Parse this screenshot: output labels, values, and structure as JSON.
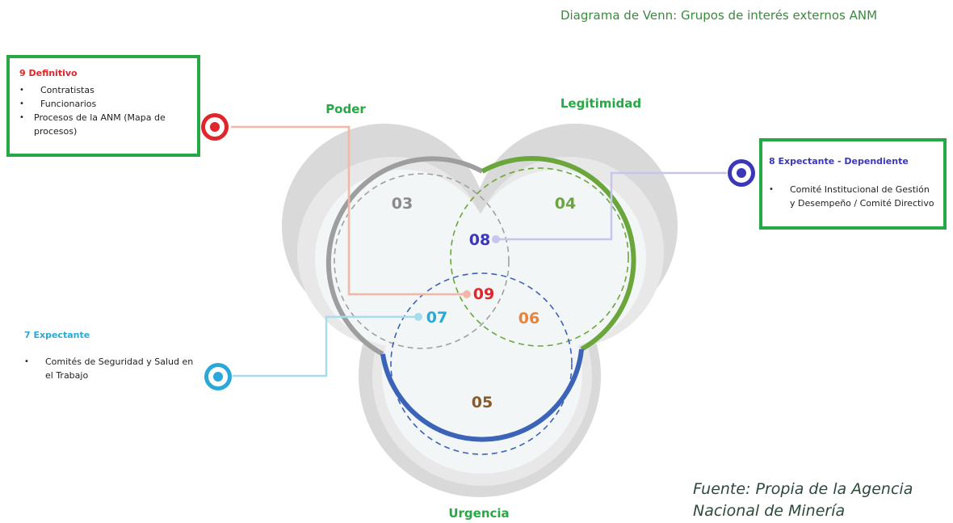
{
  "title": "Diagrama de Venn: Grupos de interés externos ANM",
  "sets": {
    "poder": "Poder",
    "legitimidad": "Legitimidad",
    "urgencia": "Urgencia"
  },
  "regions": {
    "r03": "03",
    "r04": "04",
    "r05": "05",
    "r06": "06",
    "r07": "07",
    "r08": "08",
    "r09": "09"
  },
  "boxes": {
    "definitivo": {
      "title": "9 Definitivo",
      "items": [
        "Contratistas",
        "Funcionarios",
        "Procesos de la ANM (Mapa de procesos)"
      ]
    },
    "expectante_dependiente": {
      "title": "8 Expectante - Dependiente",
      "items": [
        "Comité Institucional de Gestión y Desempeño / Comité Directivo"
      ]
    },
    "expectante": {
      "title": "7 Expectante",
      "items": [
        "Comités de Seguridad y Salud en el Trabajo"
      ]
    }
  },
  "source": {
    "line1": "Fuente: Propia de la Agencia",
    "line2": "Nacional de Minería"
  },
  "colors": {
    "poder": "#9e9e9e",
    "legitimidad": "#6aa63b",
    "urgencia": "#3b63b8",
    "definitivo": "#e0262b",
    "expectante_dependiente": "#3a37b8",
    "expectante": "#2aa8d8",
    "label_green": "#26a844"
  }
}
